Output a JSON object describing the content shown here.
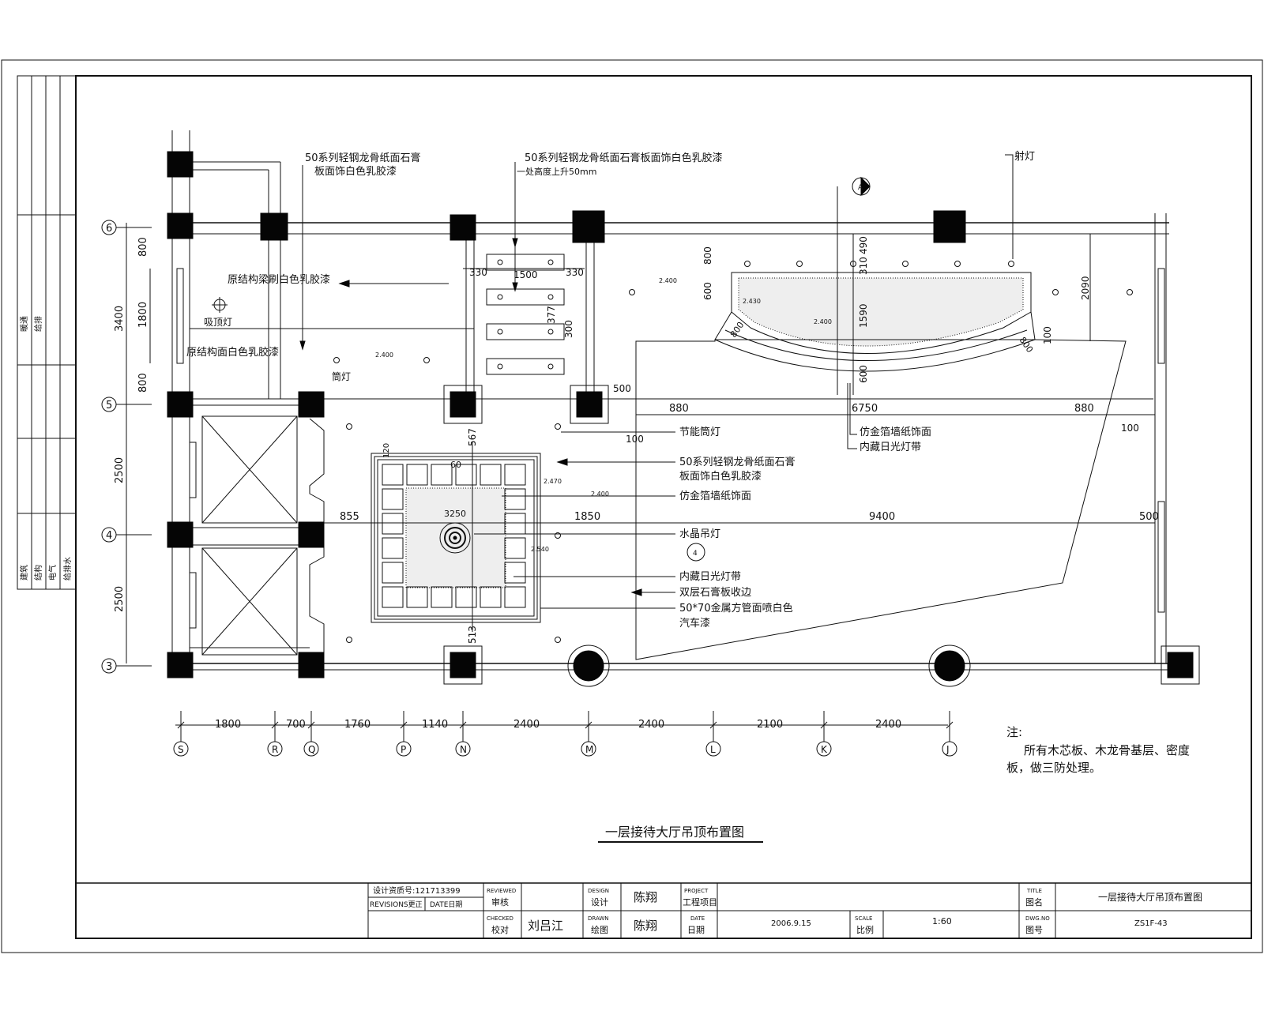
{
  "drawing": {
    "title": "一层接待大厅吊顶布置图",
    "note_title": "注:",
    "note_line1": "所有木芯板、木龙骨基层、密度",
    "note_line2": "板，做三防处理。"
  },
  "left_strip": {
    "labels_top": [
      "暖通",
      "给排"
    ],
    "labels_bottom": [
      "建筑",
      "结构",
      "电气",
      "给排水"
    ]
  },
  "grid_rows": [
    "6",
    "5",
    "4",
    "3"
  ],
  "grid_cols": [
    "S",
    "R",
    "Q",
    "P",
    "N",
    "M",
    "L",
    "K",
    "J"
  ],
  "dims_bottom": [
    "1800",
    "700",
    "1760",
    "1140",
    "2400",
    "2400",
    "2100",
    "2400"
  ],
  "dims_left": [
    "3400",
    "800",
    "1800",
    "800",
    "2500",
    "2500"
  ],
  "dims_plan": {
    "d330a": "330",
    "d1500": "1500",
    "d330b": "330",
    "d377": "377",
    "d300": "300",
    "d500a": "500",
    "d880a": "880",
    "d6750": "6750",
    "d880b": "880",
    "d100a": "100",
    "d100b": "100",
    "d855": "855",
    "d1850": "1850",
    "d9400": "9400",
    "d500b": "500",
    "d567": "567",
    "d513": "513",
    "d60": "60",
    "d3250": "3250",
    "d120": "120",
    "d2090": "2090",
    "d800top": "800",
    "d600": "600",
    "d490": "490",
    "d310": "310",
    "d1590": "1590",
    "d600b": "600",
    "d100c": "100",
    "d800l": "800",
    "d800r": "800"
  },
  "elevations": [
    "2.400",
    "2.400",
    "2.400",
    "2.470",
    "2.400",
    "2.430",
    "2.540"
  ],
  "annotations": {
    "a1_l1": "50系列轻钢龙骨纸面石膏",
    "a1_l2": "板面饰白色乳胶漆",
    "a2_l1": "50系列轻钢龙骨纸面石膏板面饰白色乳胶漆",
    "a2_l2": "一处高度上升50mm",
    "a3": "射灯",
    "a4": "原结构梁刷白色乳胶漆",
    "a5": "原结构面白色乳胶漆",
    "a6": "吸顶灯",
    "a7": "筒灯",
    "a8": "节能筒灯",
    "a9": "仿金箔墙纸饰面",
    "a10": "内藏日光灯带",
    "a11_l1": "50系列轻钢龙骨纸面石膏",
    "a11_l2": "板面饰白色乳胶漆",
    "a12": "仿金箔墙纸饰面",
    "a13": "水晶吊灯",
    "a14": "内藏日光灯带",
    "a15": "双层石膏板收边",
    "a16_l1": "50*70金属方管面喷白色",
    "a16_l2": "汽车漆"
  },
  "title_block": {
    "design_no": "设计资质号:121713399",
    "revisions": "REVISIONS更正",
    "date_label": "DATE日期",
    "review_en": "REVIEWED",
    "review_cn": "审核",
    "design_en": "DESIGN",
    "design_cn": "设计",
    "designer": "陈翔",
    "project_en": "PROJECT",
    "project_cn": "工程项目",
    "checked_en": "CHECKED",
    "checked_cn": "校对",
    "checker": "刘吕江",
    "drawn_en": "DRAWN",
    "drawn_cn": "绘图",
    "drawer": "陈翔",
    "date_en": "DATE",
    "date_cn": "日期",
    "date": "2006.9.15",
    "scale_en": "SCALE",
    "scale_cn": "比例",
    "scale": "1:60",
    "title_en": "TITLE",
    "title_cn": "图名",
    "title": "一层接待大厅吊顶布置图",
    "dwgno_en": "DWG.NO",
    "dwgno_cn": "图号",
    "dwgno": "ZS1F-43"
  },
  "section_marks": [
    "A",
    "4"
  ]
}
